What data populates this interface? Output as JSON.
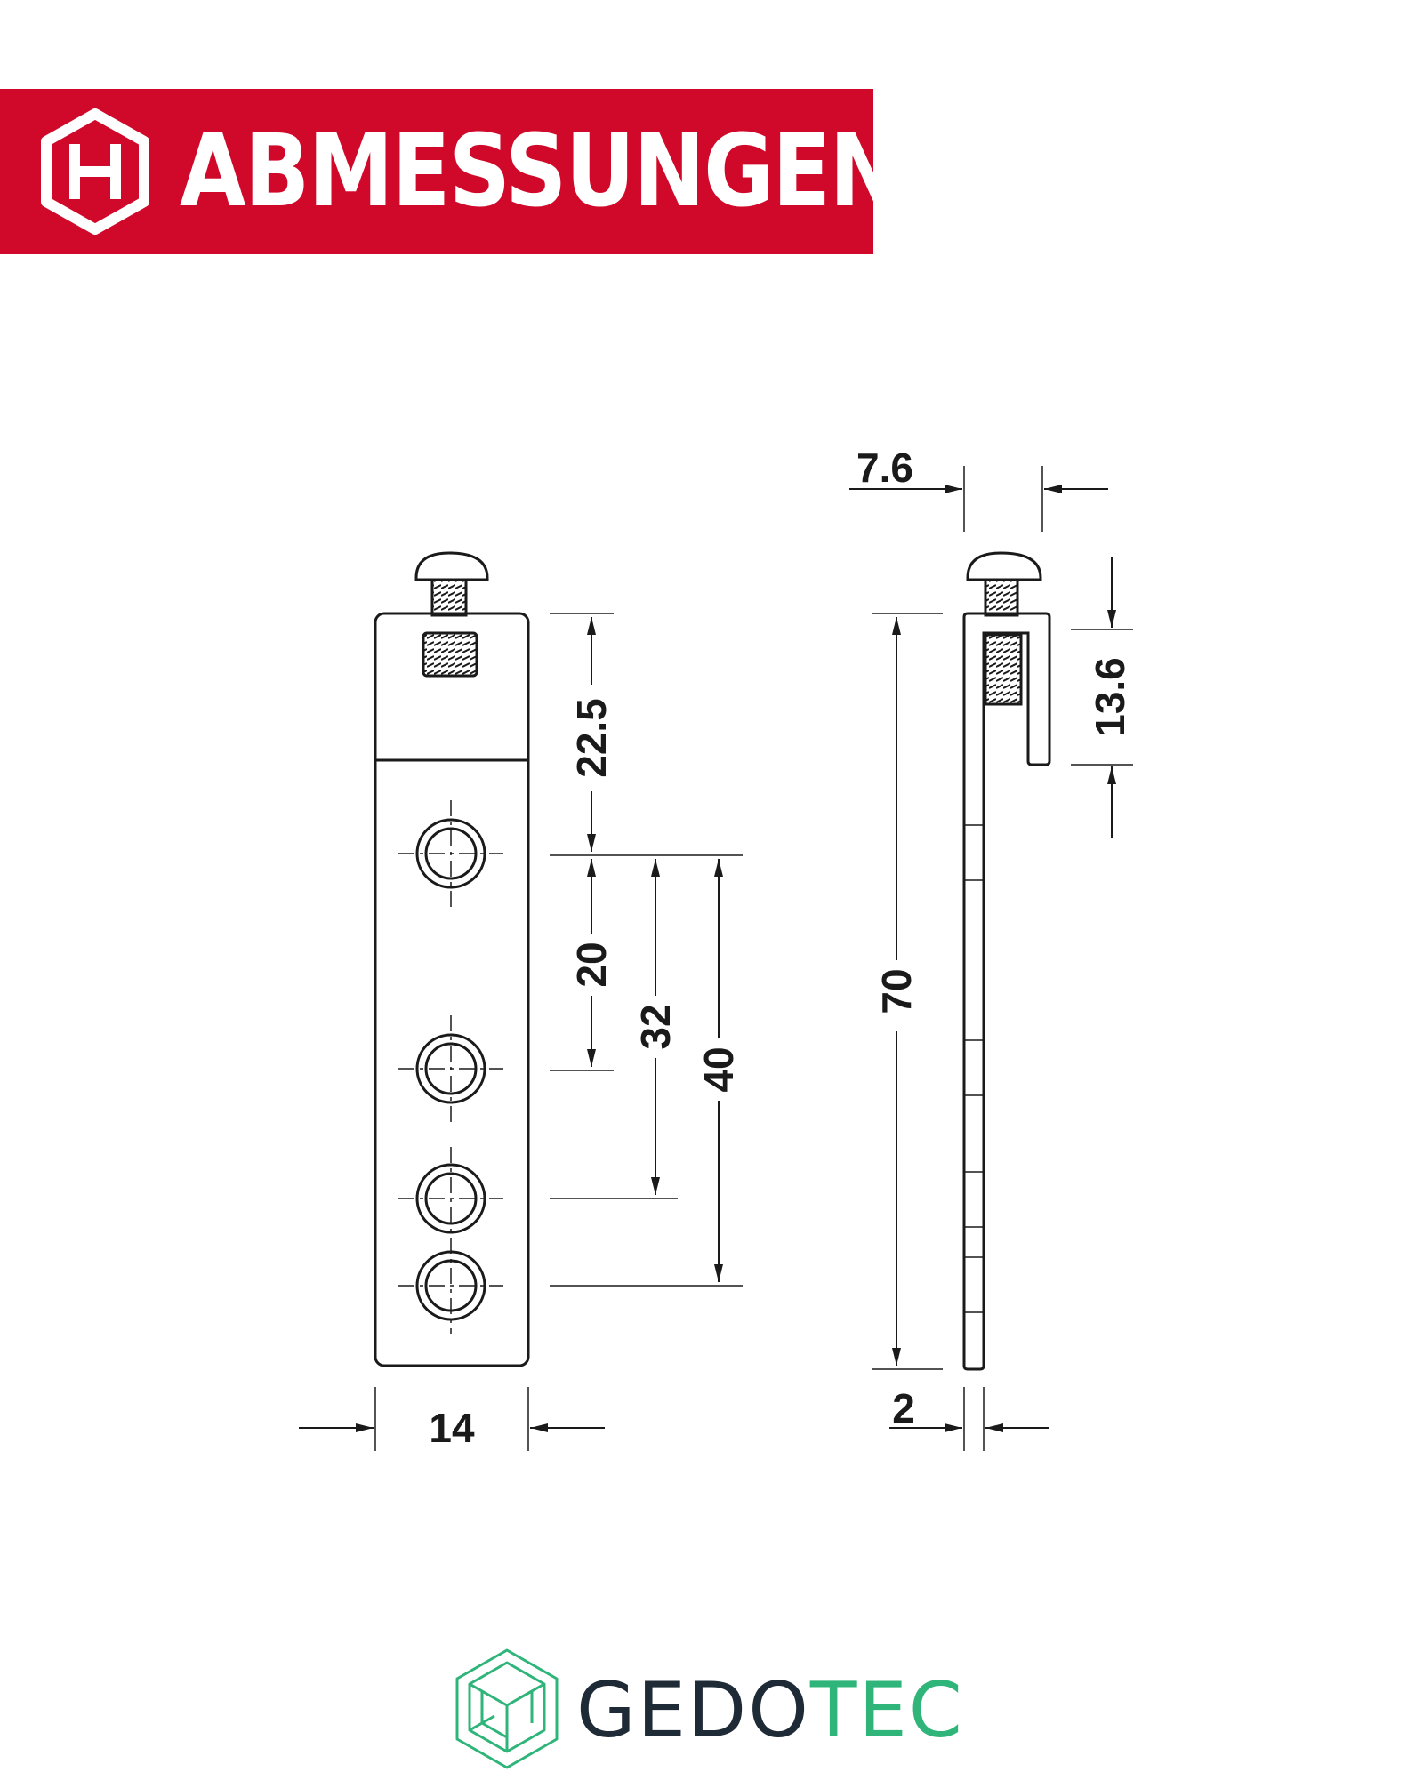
{
  "header": {
    "title": "ABMESSUNGEN",
    "background_color": "#d0092a",
    "text_color": "#ffffff",
    "icon": "hexagon-h-icon"
  },
  "drawing": {
    "front_view": {
      "width_label": "14",
      "screw_to_first_hole_label": "22.5",
      "hole_spacing_a_label": "20",
      "hole_spacing_b_label": "32",
      "hole_spacing_c_label": "40"
    },
    "side_view": {
      "top_width_label": "7.6",
      "height_label": "70",
      "hook_length_label": "13.6",
      "thickness_label": "2"
    },
    "line_color": "#1a1a1a"
  },
  "brand": {
    "name_part1": "GEDO",
    "name_part2": "TEC",
    "name_part1_color": "#1e2a36",
    "name_part2_color": "#2fb57a",
    "logo": "gedotec-cube-icon"
  }
}
